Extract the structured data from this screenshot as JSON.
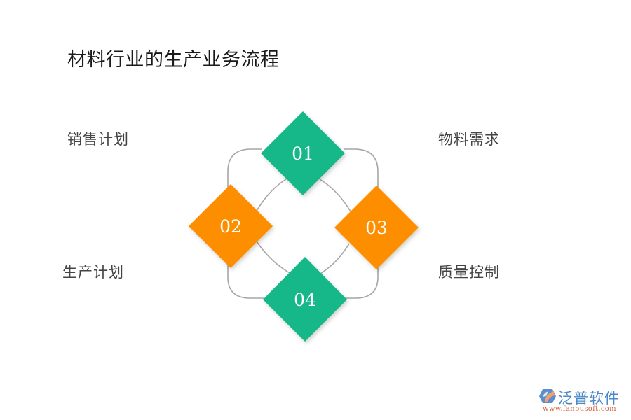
{
  "title": "材料行业的生产业务流程",
  "steps": [
    {
      "number": "01",
      "label": "物料需求",
      "color": "#14b88a"
    },
    {
      "number": "02",
      "label": "销售计划",
      "color": "#fc8e00"
    },
    {
      "number": "03",
      "label": "质量控制",
      "color": "#fc8e00"
    },
    {
      "number": "04",
      "label": "生产计划",
      "color": "#14b88a"
    }
  ],
  "labels": {
    "top_left": "销售计划",
    "top_right": "物料需求",
    "bottom_left": "生产计划",
    "bottom_right": "质量控制"
  },
  "colors": {
    "green": "#14b88a",
    "orange": "#fc8e00",
    "connector": "#a6a6a6"
  },
  "logo": {
    "brand": "泛普软件",
    "url": "www.fanpusoft.com",
    "icon": "fanpu-logo-icon"
  }
}
